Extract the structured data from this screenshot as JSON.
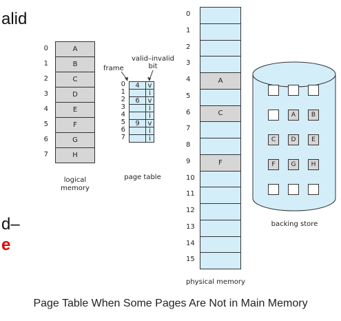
{
  "slide_fragments": {
    "top": "alid",
    "mid": "d–",
    "red": "e"
  },
  "logical_memory": {
    "label_line1": "logical",
    "label_line2": "memory",
    "indices": [
      "0",
      "1",
      "2",
      "3",
      "4",
      "5",
      "6",
      "7"
    ],
    "pages": [
      "A",
      "B",
      "C",
      "D",
      "E",
      "F",
      "G",
      "H"
    ]
  },
  "page_table": {
    "label": "page table",
    "frame_label": "frame",
    "bit_label_line1": "valid–invalid",
    "bit_label_line2": "bit",
    "indices": [
      "0",
      "1",
      "2",
      "3",
      "4",
      "5",
      "6",
      "7"
    ],
    "frames": [
      "4",
      "",
      "6",
      "",
      "",
      "9",
      "",
      ""
    ],
    "bits": [
      "v",
      "i",
      "v",
      "i",
      "i",
      "v",
      "i",
      "i"
    ]
  },
  "physical_memory": {
    "label": "physical memory",
    "indices": [
      "0",
      "1",
      "2",
      "3",
      "4",
      "5",
      "6",
      "7",
      "8",
      "9",
      "10",
      "11",
      "12",
      "13",
      "14",
      "15"
    ],
    "contents": [
      "",
      "",
      "",
      "",
      "A",
      "",
      "C",
      "",
      "",
      "F",
      "",
      "",
      "",
      "",
      "",
      ""
    ]
  },
  "backing_store": {
    "label": "backing store",
    "rows": [
      [
        "",
        "",
        ""
      ],
      [
        "",
        "A",
        "B"
      ],
      [
        "C",
        "D",
        "E"
      ],
      [
        "F",
        "G",
        "H"
      ],
      [
        "",
        "",
        ""
      ]
    ]
  },
  "colors": {
    "memory_cell": "#d4eef9",
    "page_cell": "#d6d6d6",
    "highlight_text": "#e00000"
  },
  "caption": "Page Table When Some Pages Are Not in Main Memory"
}
